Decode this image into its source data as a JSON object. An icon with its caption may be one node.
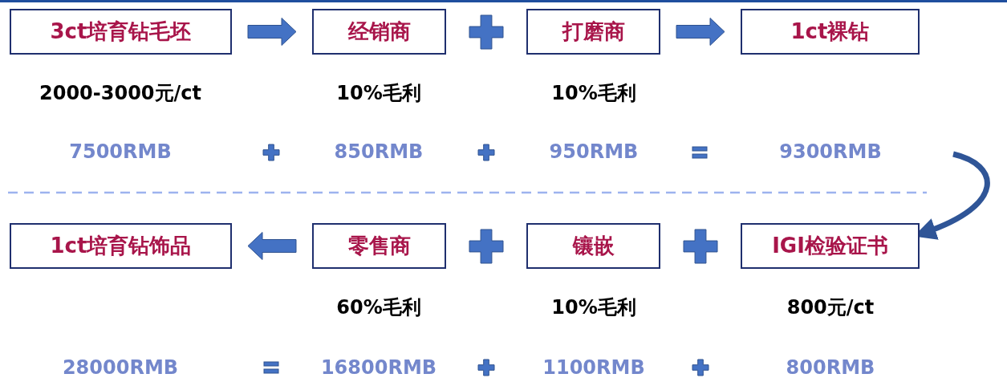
{
  "diagram": {
    "nodes": [
      {
        "text": [
          "3ct培育钻毛坯"
        ]
      },
      {
        "text": [
          "经销商"
        ]
      },
      {
        "text": [
          "打磨商"
        ]
      },
      {
        "text": [
          "1ct裸钻"
        ]
      },
      {
        "text": [
          "1ct培育钻饰品"
        ]
      },
      {
        "text": [
          "零售商"
        ]
      },
      {
        "text": [
          "镶嵌"
        ]
      },
      {
        "text": [
          "IGI检验证书"
        ]
      }
    ],
    "edges": [
      {
        "from": 0,
        "to": 1,
        "arrow": "to"
      },
      {
        "from": 2,
        "to": 3,
        "arrow": "to"
      },
      {
        "from": 5,
        "to": 4,
        "arrow": "to"
      },
      {
        "from": null,
        "to": 7,
        "arrow": "to"
      }
    ],
    "labels": [
      "2000-3000元/ct",
      "10%毛利",
      "10%毛利",
      "7500RMB",
      "850RMB",
      "950RMB",
      "9300RMB",
      "60%毛利",
      "10%毛利",
      "800元/ct",
      "28000RMB",
      "16800RMB",
      "1100RMB",
      "800RMB"
    ]
  }
}
